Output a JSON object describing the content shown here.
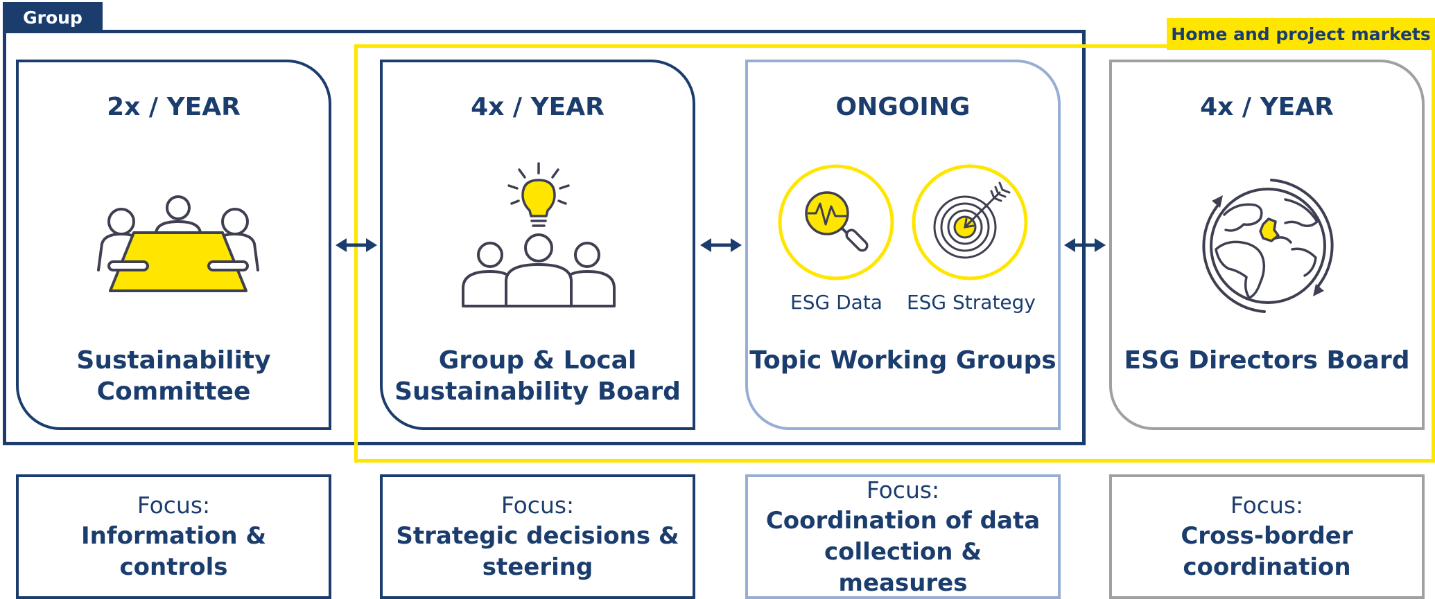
{
  "frames": {
    "group_label": "Group",
    "markets_label": "Home and project markets"
  },
  "cards": [
    {
      "frequency": "2x / YEAR",
      "name": "Sustainability Committee",
      "icon": "meeting-table-icon"
    },
    {
      "frequency": "4x / YEAR",
      "name": "Group & Local Sustainability Board",
      "icon": "board-lightbulb-icon"
    },
    {
      "frequency": "ONGOING",
      "name": "Topic Working Groups",
      "icon": "working-groups-icon",
      "sub_items": [
        {
          "label": "ESG Data",
          "icon": "data-magnifier-icon"
        },
        {
          "label": "ESG Strategy",
          "icon": "target-icon"
        }
      ]
    },
    {
      "frequency": "4x / YEAR",
      "name": "ESG Directors Board",
      "icon": "globe-icon"
    }
  ],
  "focus": [
    {
      "label": "Focus:",
      "text": "Information & controls"
    },
    {
      "label": "Focus:",
      "text": "Strategic decisions & steering"
    },
    {
      "label": "Focus:",
      "text": "Coordination of data collection & measures"
    },
    {
      "label": "Focus:",
      "text": "Cross-border coordination"
    }
  ],
  "colors": {
    "navy": "#1b3d6e",
    "yellow": "#ffe600",
    "light_blue": "#97aed2",
    "grey": "#a0a0a0",
    "icon_stroke": "#3f3f52"
  }
}
